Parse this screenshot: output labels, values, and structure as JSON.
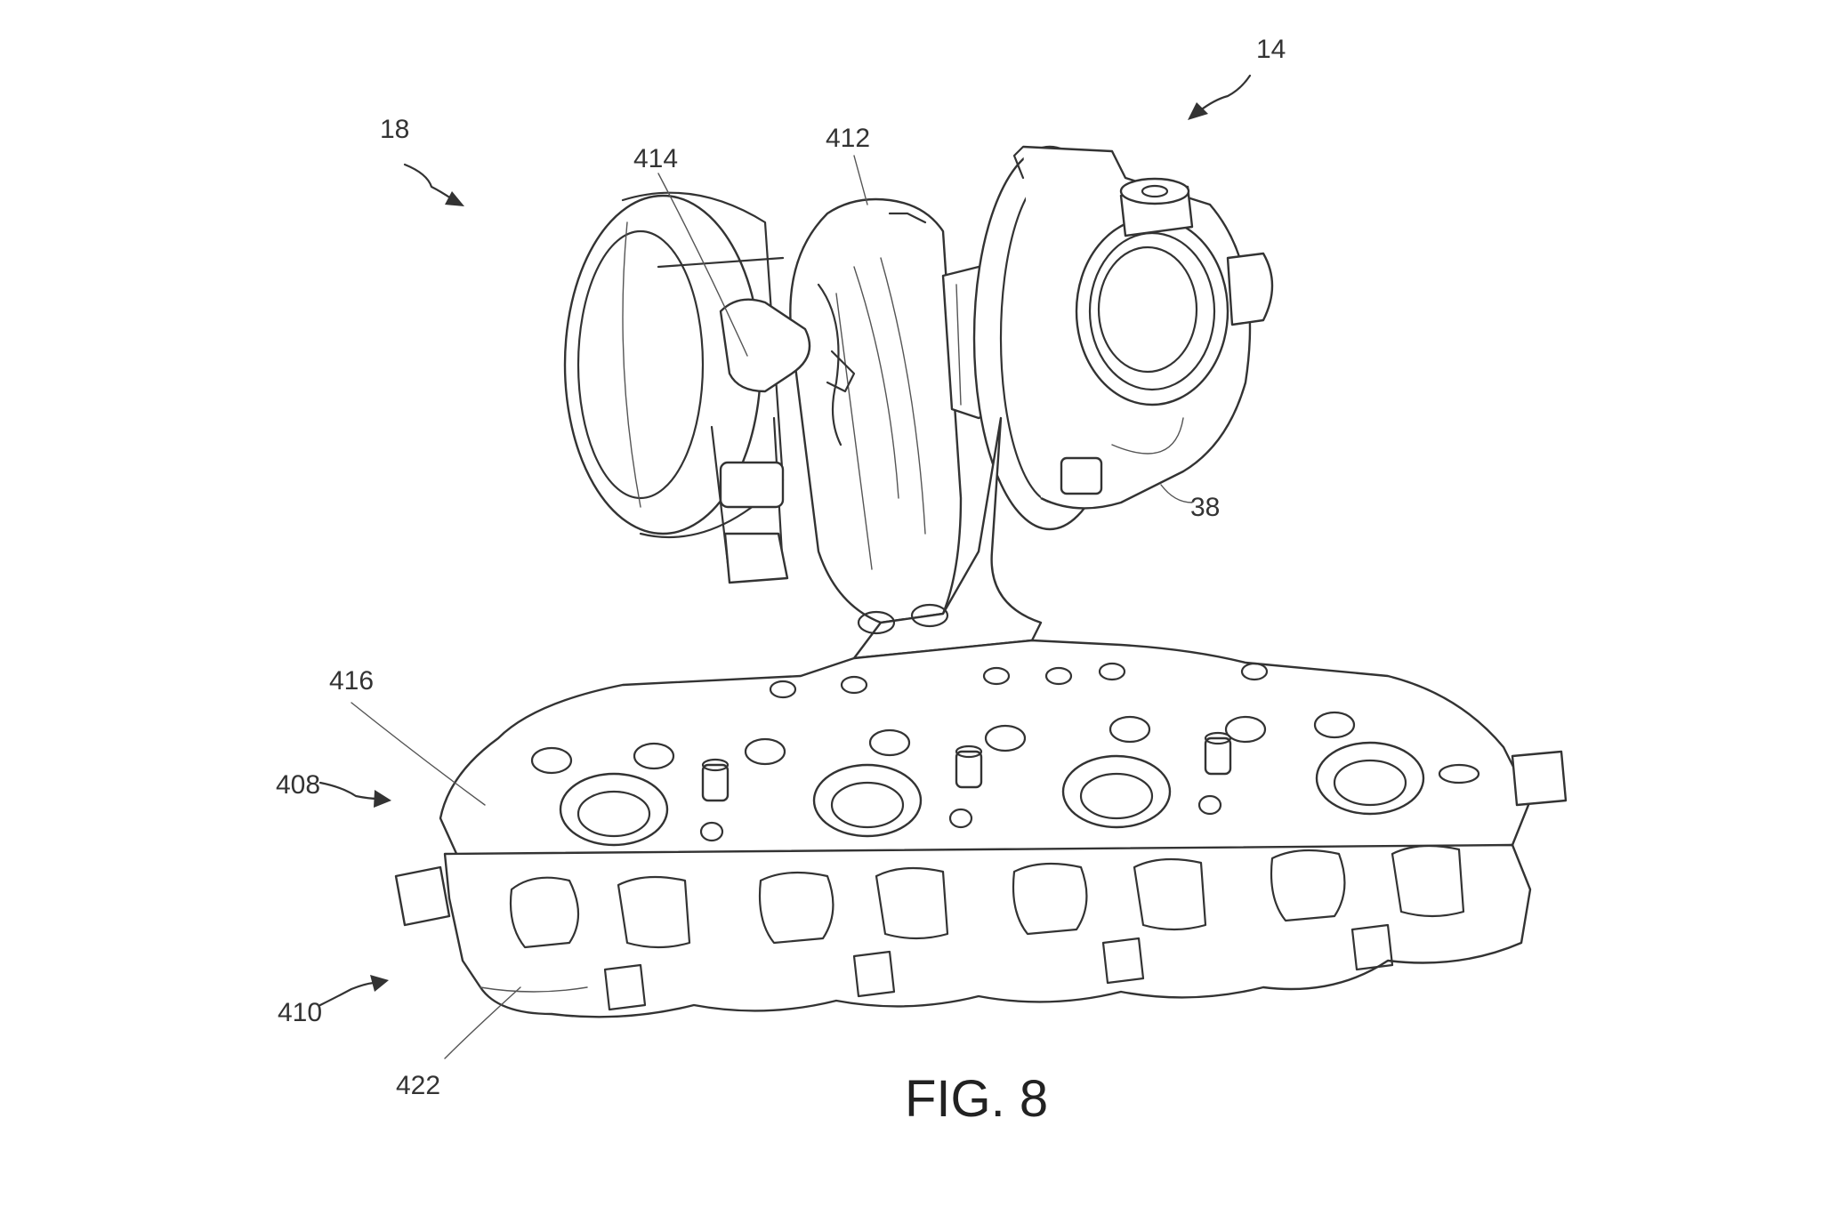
{
  "caption": "FIG. 8",
  "reference_numerals": {
    "r18": "18",
    "r14": "14",
    "r414": "414",
    "r412": "412",
    "r38": "38",
    "r416": "416",
    "r408": "408",
    "r410": "410",
    "r422": "422"
  }
}
